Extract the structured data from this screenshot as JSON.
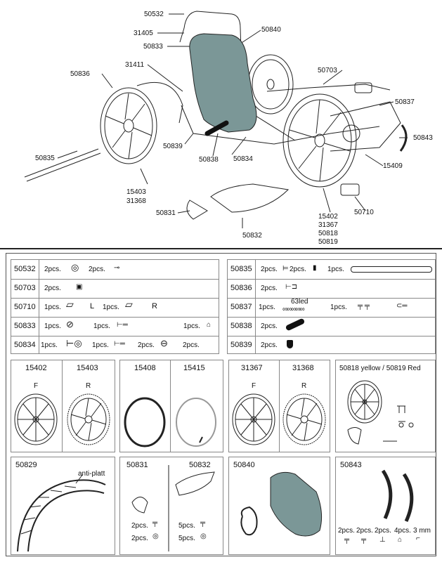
{
  "callouts": {
    "c50532": "50532",
    "c31405": "31405",
    "c50833": "50833",
    "c50840": "50840",
    "c31411": "31411",
    "c50836": "50836",
    "c50703": "50703",
    "c50837": "50837",
    "c50843": "50843",
    "c50839": "50839",
    "c50838": "50838",
    "c50834": "50834",
    "c50835": "50835",
    "c15409": "15409",
    "c15403": "15403",
    "c31368": "31368",
    "c50831": "50831",
    "c50832": "50832",
    "c15402": "15402",
    "c31367": "31367",
    "c50818": "50818",
    "c50819": "50819",
    "c50710": "50710"
  },
  "parts_left": [
    {
      "code": "50532",
      "items": [
        {
          "q": "2pcs."
        },
        {
          "q": "2pcs."
        }
      ]
    },
    {
      "code": "50703",
      "items": [
        {
          "q": "2pcs."
        }
      ]
    },
    {
      "code": "50710",
      "items": [
        {
          "q": "1pcs.",
          "side": "L"
        },
        {
          "q": "1pcs.",
          "side": "R"
        }
      ]
    },
    {
      "code": "50833",
      "items": [
        {
          "q": "1pcs."
        },
        {
          "q": "1pcs."
        },
        {
          "q": "1pcs."
        }
      ]
    },
    {
      "code": "50834",
      "items": [
        {
          "q": "1pcs."
        },
        {
          "q": "1pcs."
        },
        {
          "q": "2pcs."
        },
        {
          "q": "2pcs."
        }
      ]
    }
  ],
  "parts_right": [
    {
      "code": "50835",
      "items": [
        {
          "q": "2pcs."
        },
        {
          "q": "2pcs."
        },
        {
          "q": "1pcs."
        }
      ]
    },
    {
      "code": "50836",
      "items": [
        {
          "q": "2pcs."
        }
      ]
    },
    {
      "code": "50837",
      "items": [
        {
          "q": "1pcs.",
          "note": "63led"
        },
        {
          "q": "1pcs."
        }
      ]
    },
    {
      "code": "50838",
      "items": [
        {
          "q": "2pcs."
        }
      ]
    },
    {
      "code": "50839",
      "items": [
        {
          "q": "2pcs."
        }
      ]
    }
  ],
  "wheels": {
    "w15402": "15402",
    "w15403": "15403",
    "w15408": "15408",
    "w15415": "15415",
    "w31367": "31367",
    "w31368": "31368",
    "w5081x": "50818 yellow / 50819 Red",
    "front": "F",
    "rear": "R"
  },
  "bottom": {
    "b50829": "50829",
    "antiplatt": "anti-platt",
    "b50831": "50831",
    "b50832": "50832",
    "q1": "2pcs.",
    "q2": "2pcs.",
    "q3": "5pcs.",
    "q4": "5pcs.",
    "b50840": "50840",
    "b50843": "50843",
    "h1": "2pcs.",
    "h2": "2pcs.",
    "h3": "2pcs.",
    "h4": "4pcs.",
    "h5": "3 mm"
  },
  "colors": {
    "seat": "#7b9797",
    "line": "#222222"
  }
}
